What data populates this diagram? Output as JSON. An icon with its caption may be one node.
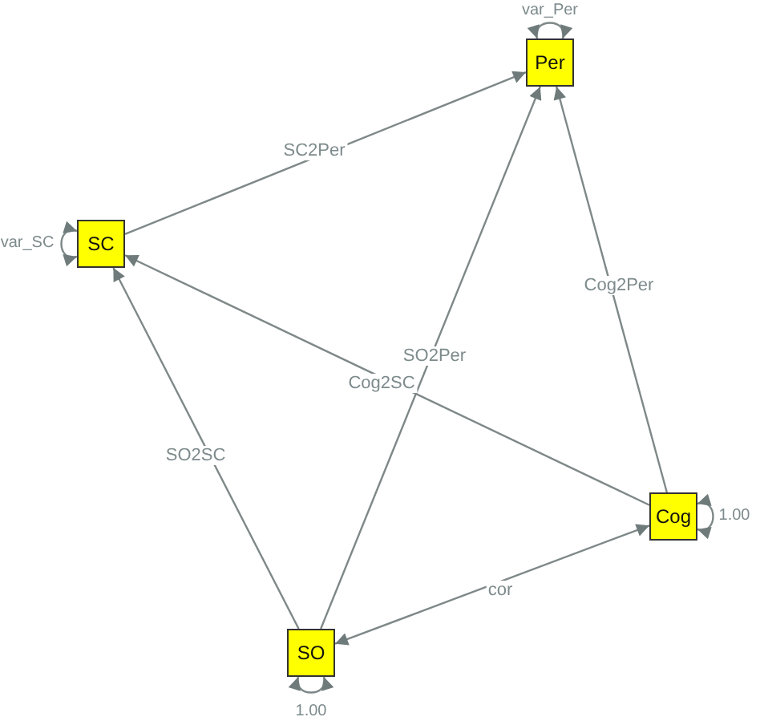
{
  "diagram": {
    "nodes": [
      {
        "text": [
          "Per"
        ]
      },
      {
        "text": [
          "SC"
        ]
      },
      {
        "text": [
          "Cog"
        ]
      },
      {
        "text": [
          "SO"
        ]
      }
    ],
    "edges": [
      {
        "from": 1,
        "to": 0,
        "arrow": "to",
        "label": "SC2Per"
      },
      {
        "from": 3,
        "to": 1,
        "arrow": "to",
        "label": "SO2SC"
      },
      {
        "from": 3,
        "to": 0,
        "arrow": "to",
        "label": "SO2Per"
      },
      {
        "from": 2,
        "to": 1,
        "arrow": "to",
        "label": "Cog2SC"
      },
      {
        "from": 2,
        "to": 0,
        "arrow": "to",
        "label": "Cog2Per"
      },
      {
        "from": 3,
        "to": 2,
        "arrow": "both",
        "label": "cor"
      },
      {
        "from": 0,
        "to": 0,
        "arrow": "both",
        "label": "var_Per"
      },
      {
        "from": 1,
        "to": 1,
        "arrow": "both",
        "label": "var_SC"
      },
      {
        "from": 2,
        "to": 2,
        "arrow": "both",
        "label": "1.00"
      },
      {
        "from": 3,
        "to": 3,
        "arrow": "both",
        "label": "1.00"
      }
    ]
  }
}
